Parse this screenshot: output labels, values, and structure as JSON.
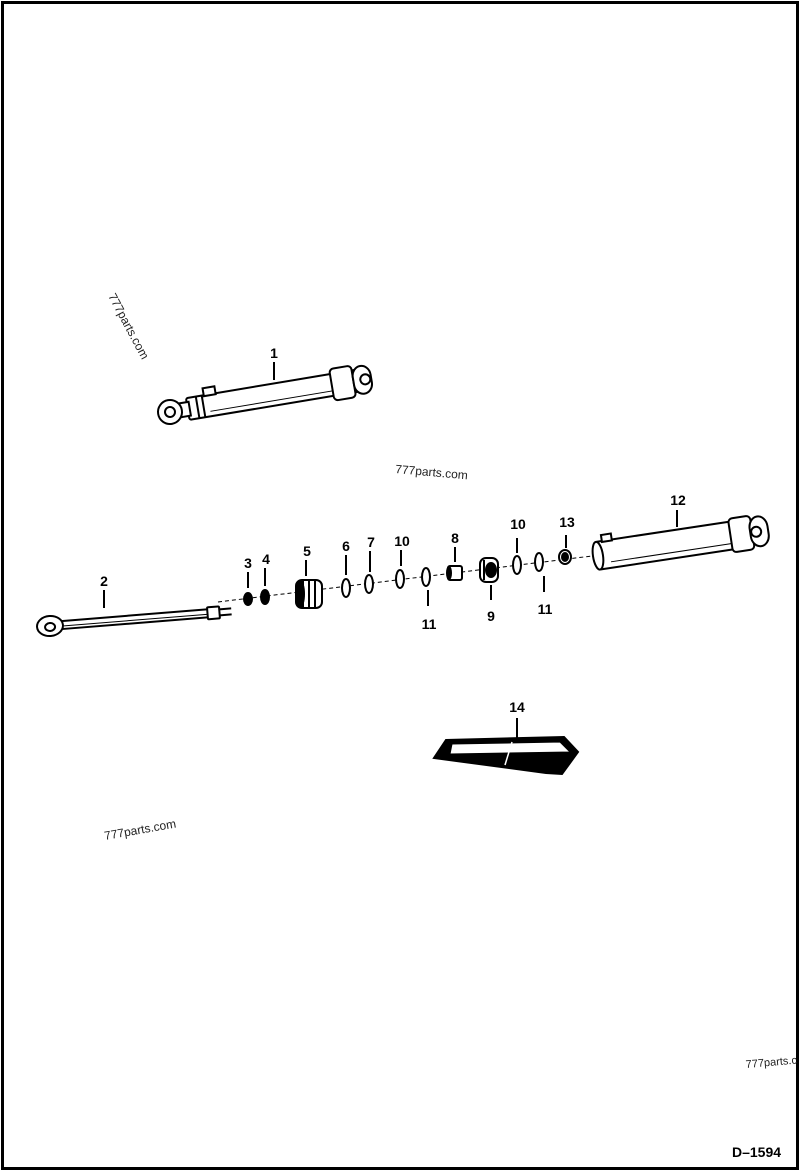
{
  "diagram": {
    "callouts": {
      "c1": "1",
      "c2": "2",
      "c3": "3",
      "c4": "4",
      "c5": "5",
      "c6": "6",
      "c7": "7",
      "c8": "8",
      "c9": "9",
      "c10a": "10",
      "c10b": "10",
      "c11a": "11",
      "c11b": "11",
      "c12": "12",
      "c13": "13",
      "c14": "14"
    },
    "watermarks": {
      "w1": "777parts.com",
      "w2": "777parts.com",
      "w3": "777parts.com",
      "w4": "777parts.c"
    },
    "document_id": "D–1594"
  }
}
